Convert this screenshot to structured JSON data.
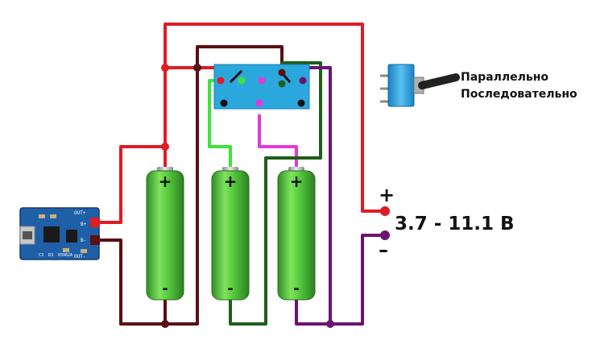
{
  "labels": {
    "parallel": "Параллельно",
    "series": "Последовательно",
    "plus": "+",
    "minus": "–",
    "voltage": "3.7 - 11.1 В"
  },
  "battery": {
    "plus": "+",
    "minus": "-"
  },
  "charger_module": {
    "out_plus": "OUT+",
    "out_minus": "OUT-",
    "b_plus": "B+",
    "b_minus": "B-",
    "chip": "03962A",
    "c3": "C3",
    "r3": "R3"
  },
  "colors": {
    "red_wire": "#e01b22",
    "dark_wire": "#5a0f12",
    "green_wire": "#1f5e1a",
    "purple_wire": "#6a1470",
    "bright_green_wire": "#3ce43a",
    "magenta_wire": "#e23ad8",
    "switch_blue": "#2aa8de",
    "battery_green": "#4cc23a",
    "module_blue": "#1e5fa8"
  }
}
